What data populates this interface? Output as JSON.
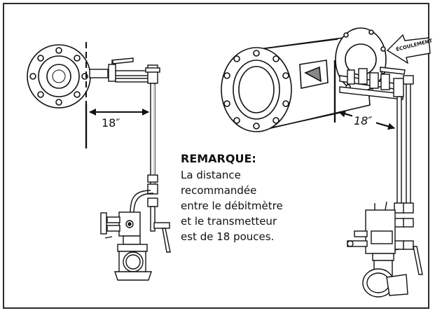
{
  "left_view": {
    "dimension_label": "18″"
  },
  "right_view": {
    "dimension_label": "18″",
    "flow_label": "ÉCOULEMENT"
  },
  "note": {
    "title": "REMARQUE:",
    "lines": [
      "La distance",
      "recommandée",
      "entre le débitmètre",
      "et le transmetteur",
      "est de 18 pouces."
    ]
  }
}
